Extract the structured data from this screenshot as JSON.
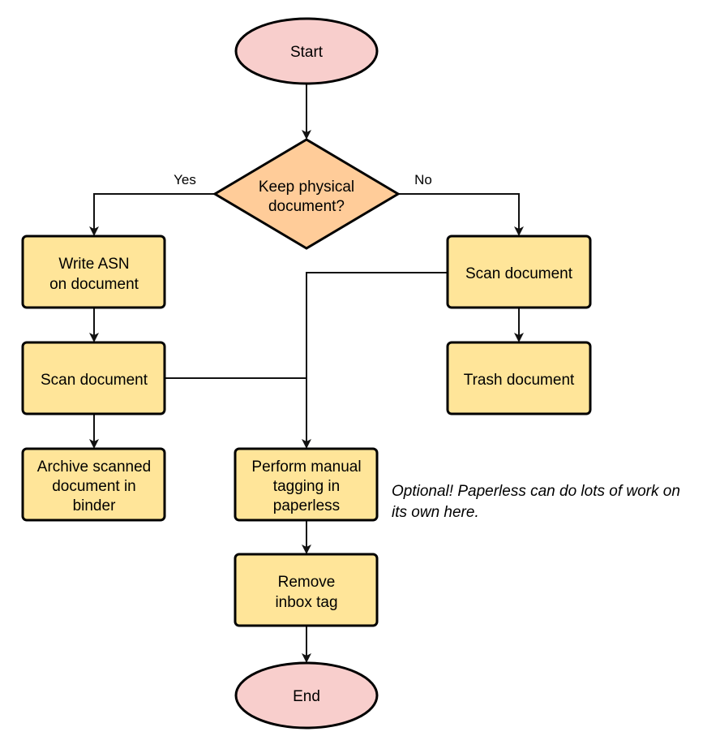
{
  "colors": {
    "terminal": "#f8cecc",
    "decision": "#ffcc99",
    "process": "#ffe599",
    "stroke": "#000000"
  },
  "nodes": {
    "start": "Start",
    "decision": [
      "Keep physical",
      "document?"
    ],
    "write_asn": [
      "Write ASN",
      "on document"
    ],
    "scan_left": "Scan document",
    "archive": [
      "Archive scanned",
      "document in",
      "binder"
    ],
    "scan_right": "Scan document",
    "trash": "Trash document",
    "manual_tagging": [
      "Perform manual",
      "tagging in",
      "paperless"
    ],
    "remove_inbox": [
      "Remove",
      "inbox tag"
    ],
    "end": "End"
  },
  "edge_labels": {
    "yes": "Yes",
    "no": "No"
  },
  "note": [
    "Optional! Paperless can do lots of work on",
    "its own here."
  ]
}
